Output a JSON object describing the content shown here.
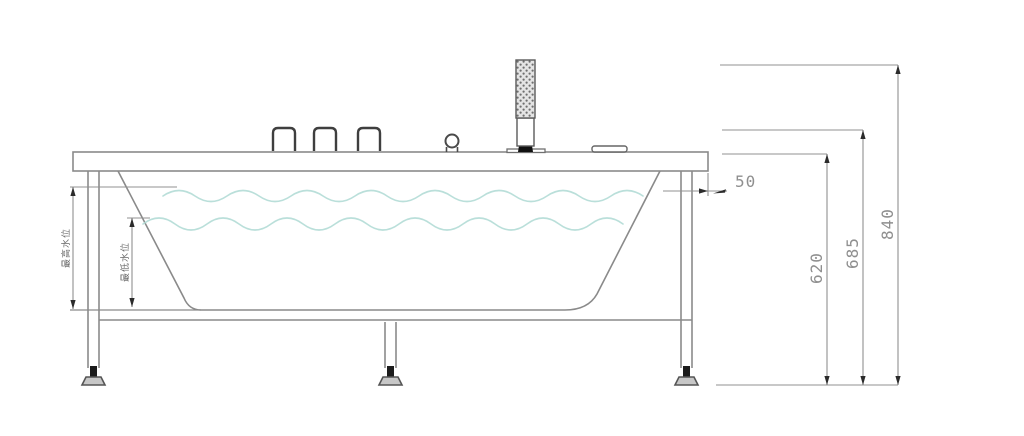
{
  "drawing": {
    "type": "bathtub-side-elevation",
    "dimensions": {
      "deck_thickness": "50",
      "deck_height": "620",
      "fixture_height": "685",
      "total_height": "840"
    },
    "water_labels": {
      "high": "最高水位",
      "low": "最低水位"
    }
  },
  "colors": {
    "background": "#ffffff",
    "line": "#8a8a8a",
    "dim_line": "#919191",
    "dim_text": "#8f8f8f",
    "arrow": "#2b2b2b",
    "water": "#b3dcd6",
    "fixture_dark": "#3f3f3f"
  }
}
